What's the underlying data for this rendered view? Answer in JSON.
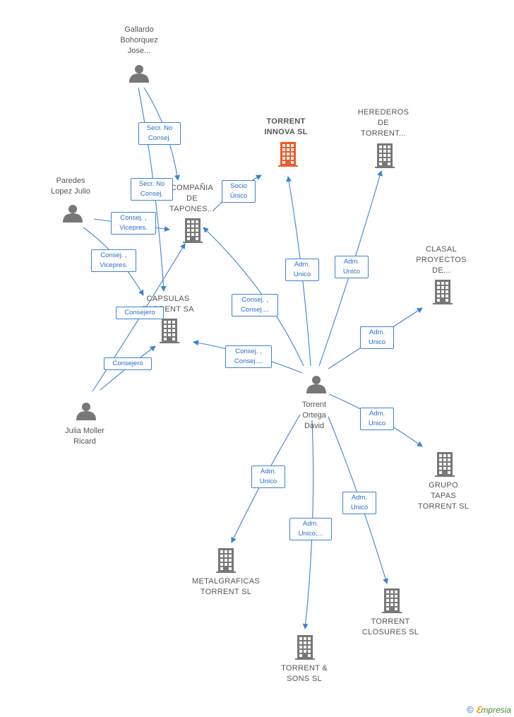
{
  "people": {
    "gallardo": "Gallardo\nBohorquez\nJose...",
    "paredes": "Paredes\nLopez Julio",
    "julia": "Julia Moller\nRicard",
    "torrent": "Torrent\nOrtega\nDavid"
  },
  "companies": {
    "innova": "TORRENT\nINNOVA  SL",
    "herederos": "HEREDEROS\nDE\nTORRENT...",
    "tapones": "COMPAÑIA\nDE\nTAPONES...",
    "capsulas": "CAPSULAS\nTORRENT SA",
    "clasal": "CLASAL\nPROYECTOS\nDE...",
    "grupo": "GRUPO\nTAPAS\nTORRENT SL",
    "metal": "METALGRAFICAS\nTORRENT SL",
    "sons": "TORRENT &\nSONS  SL",
    "closures": "TORRENT\nCLOSURES SL"
  },
  "edges": {
    "gal_tap": "Secr.  No\nConsej.",
    "gal_cap": "Secr.  No\nConsej.",
    "tap_innova": "Socio\nÚnico",
    "par_tap": "Consej. ,\nVicepres.",
    "par_cap": "Consej. ,\nVicepres.",
    "jul_tap": "Consejero",
    "jul_cap": "Consejero",
    "dav_innova": "Adm.\nUnico",
    "dav_her": "Adm.\nUnico",
    "dav_tap": "Consej. ,\nConsej....",
    "dav_cap": "Consej. ,\nConsej....",
    "dav_clasal": "Adm.\nUnico",
    "dav_grupo": "Adm.\nUnico",
    "dav_metal": "Adm.\nUnico",
    "dav_sons": "Adm.\nUnico,...",
    "dav_clos": "Adm.\nUnico"
  },
  "brand": {
    "copyright": "©",
    "e": "ℇ",
    "name": "mpresia"
  },
  "colors": {
    "edge": "#3b82d6",
    "node": "#777777",
    "highlight": "#ee5a2a"
  }
}
